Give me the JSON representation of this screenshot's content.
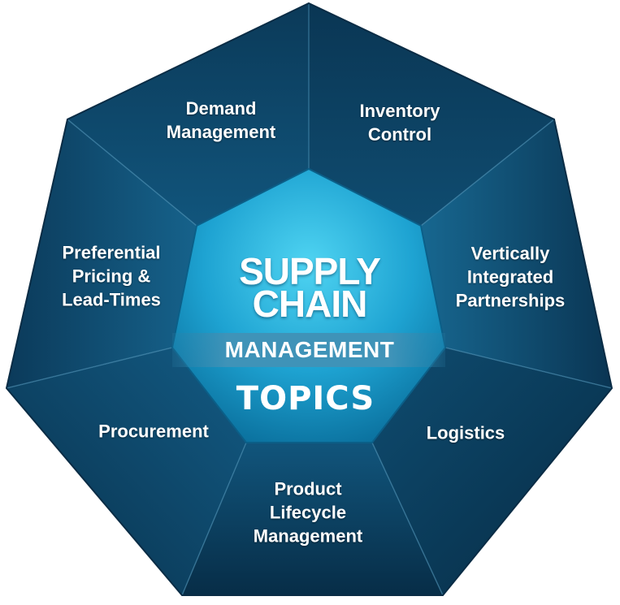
{
  "center": {
    "line1": "SUPPLY",
    "line2": "CHAIN",
    "band_label": "MANAGEMENT",
    "topics_label": "TOPICS"
  },
  "segments": [
    {
      "id": "demand-management",
      "label": "Demand\nManagement"
    },
    {
      "id": "inventory-control",
      "label": "Inventory\nControl"
    },
    {
      "id": "vertically-integrated-partnerships",
      "label": "Vertically\nIntegrated\nPartnerships"
    },
    {
      "id": "logistics",
      "label": "Logistics"
    },
    {
      "id": "product-lifecycle-management",
      "label": "Product\nLifecycle\nManagement"
    },
    {
      "id": "procurement",
      "label": "Procurement"
    },
    {
      "id": "preferential-pricing-lead-times",
      "label": "Preferential\nPricing &\nLead-Times"
    }
  ],
  "colors": {
    "outer_dark": "#08334f",
    "outer_mid": "#0d4a6e",
    "outer_light": "#1b6a91",
    "inner_light": "#35c6e8",
    "inner_dark": "#0b7fb0",
    "band": "#3f93b8"
  }
}
